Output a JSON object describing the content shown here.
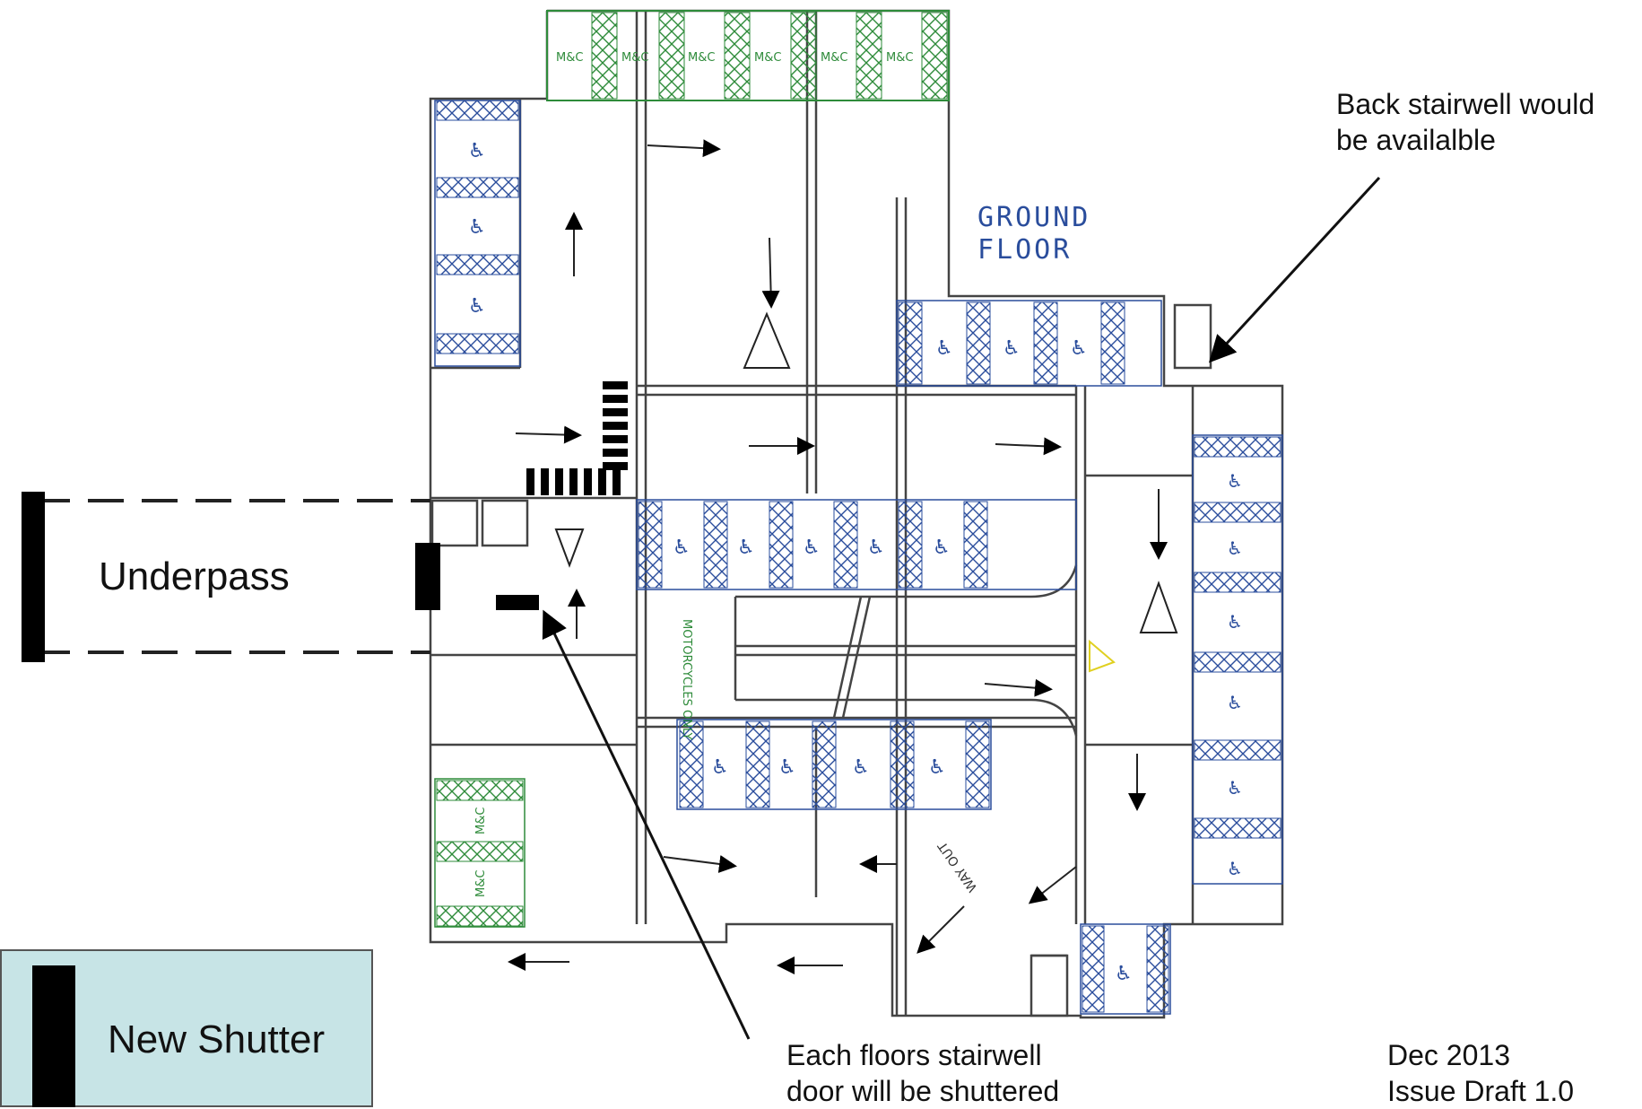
{
  "floor_label": {
    "line1": "GROUND",
    "line2": "FLOOR"
  },
  "annotations": {
    "back_stairwell": [
      "Back stairwell would",
      "be availalble"
    ],
    "stairwell_door": [
      "Each floors stairwell",
      "door will be shuttered"
    ],
    "doc_info": [
      "Dec 2013",
      "Issue Draft 1.0"
    ]
  },
  "underpass": {
    "label": "Underpass"
  },
  "legend": {
    "label": "New Shutter",
    "swatch_color": "#000000"
  },
  "bay_labels": {
    "motorcycle_bay": "M&C",
    "motorcycles_only": "MOTORCYCLES ONLY",
    "way_out": "WAY OUT"
  },
  "colors": {
    "accessible_bay": "#2a4d9c",
    "motorcycle_bay": "#2e8b3a",
    "walls": "#444444",
    "shutter": "#000000",
    "hazard_marker": "#e0d020",
    "bay_marker": "#d02020"
  }
}
